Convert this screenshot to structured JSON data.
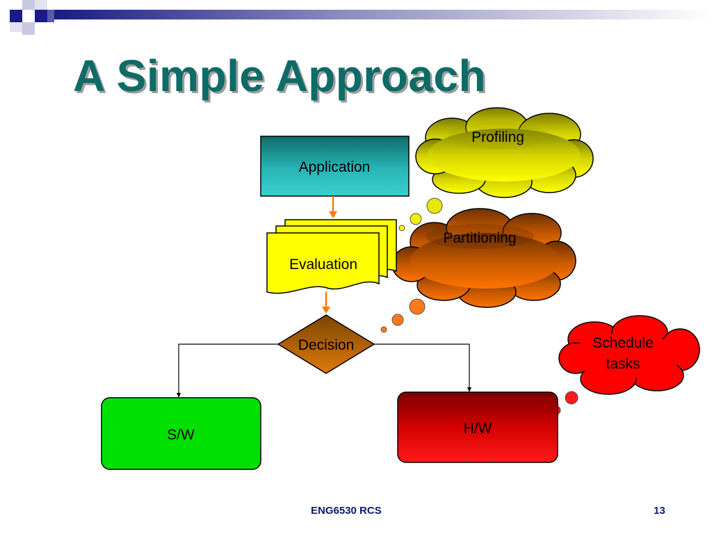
{
  "slide": {
    "title": "A Simple Approach",
    "footer_center": "ENG6530 RCS",
    "page_number": "13"
  },
  "diagram": {
    "nodes": {
      "application": "Application",
      "evaluation": "Evaluation",
      "decision": "Decision",
      "sw": "S/W",
      "hw": "H/W"
    },
    "callouts": {
      "profiling": "Profiling",
      "partitioning": "Partitioning",
      "schedule_line1": "Schedule",
      "schedule_line2": "tasks"
    }
  },
  "colors": {
    "title": "#0e6b66",
    "application_fill_top": "#0f6b6b",
    "application_fill_bottom": "#39d0d0",
    "evaluation_fill": "#ffff00",
    "decision_fill_top": "#7a4500",
    "decision_fill_bottom": "#e07a0a",
    "sw_fill": "#00e000",
    "hw_fill_top": "#7a0000",
    "hw_fill_bottom": "#ff1a1a",
    "profiling_fill_top": "#7d7d00",
    "profiling_fill_bottom": "#ffff00",
    "partitioning_fill_top": "#6e3000",
    "partitioning_fill_bottom": "#ff7300",
    "schedule_fill": "#ff0000",
    "arrow": "#ff7a00",
    "footer": "#0a1a6b"
  }
}
